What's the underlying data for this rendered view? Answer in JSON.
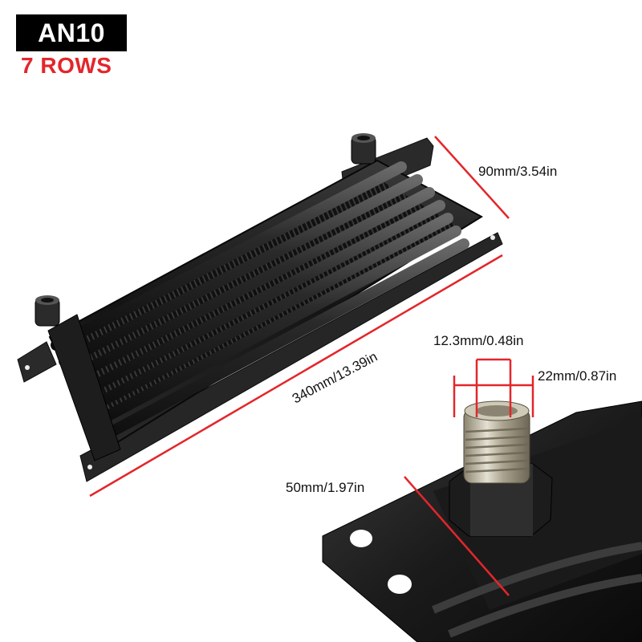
{
  "badge": {
    "label": "AN10"
  },
  "subtitle": "7 ROWS",
  "dimensions": {
    "height": "90mm/3.54in",
    "length": "340mm/13.39in",
    "thread_inner": "12.3mm/0.48in",
    "thread_outer": "22mm/0.87in",
    "width": "50mm/1.97in"
  },
  "colors": {
    "accent": "#e3262b",
    "product": "#1a1a1a"
  }
}
